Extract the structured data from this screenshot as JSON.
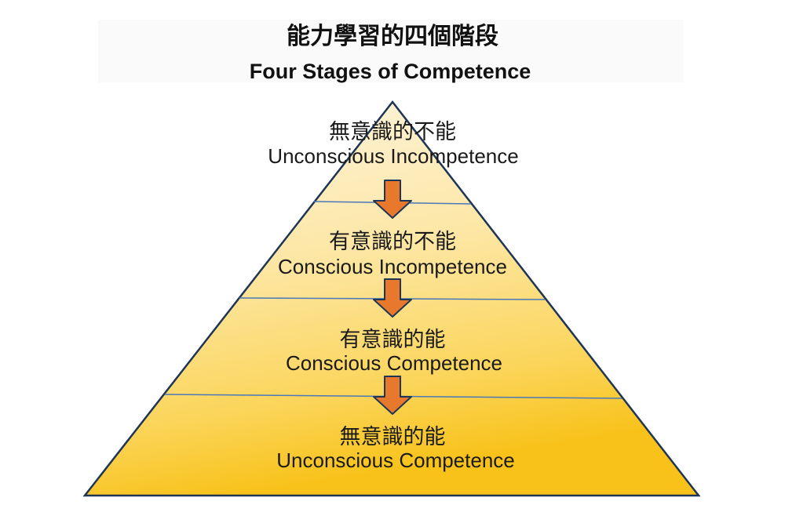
{
  "title": {
    "zh": "能力學習的四個階段",
    "en": "Four Stages of Competence"
  },
  "stages": [
    {
      "zh": "無意識的不能",
      "en": "Unconscious Incompetence"
    },
    {
      "zh": "有意識的不能",
      "en": "Conscious Incompetence"
    },
    {
      "zh": "有意識的能",
      "en": "Conscious Competence"
    },
    {
      "zh": "無意識的能",
      "en": "Unconscious Competence"
    }
  ],
  "colors": {
    "pyramid_top": "#fdf3dc",
    "pyramid_bottom": "#f8c21a",
    "outline": "#1f3556",
    "divider": "#4a78b8",
    "arrow": "#e8792c"
  }
}
